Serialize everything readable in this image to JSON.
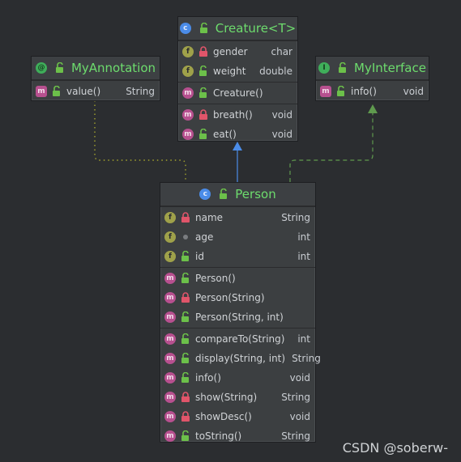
{
  "boxes": {
    "my_annotation": {
      "title": "MyAnnotation",
      "rows": [
        {
          "name": "value()",
          "type": "String"
        }
      ]
    },
    "creature": {
      "title": "Creature<T>",
      "fields": [
        {
          "name": "gender",
          "type": "char"
        },
        {
          "name": "weight",
          "type": "double"
        }
      ],
      "constructors": [
        {
          "name": "Creature()",
          "type": ""
        }
      ],
      "methods": [
        {
          "name": "breath()",
          "type": "void"
        },
        {
          "name": "eat()",
          "type": "void"
        }
      ]
    },
    "my_interface": {
      "title": "MyInterface",
      "rows": [
        {
          "name": "info()",
          "type": "void"
        }
      ]
    },
    "person": {
      "title": "Person",
      "fields": [
        {
          "name": "name",
          "type": "String"
        },
        {
          "name": "age",
          "type": "int"
        },
        {
          "name": "id",
          "type": "int"
        }
      ],
      "constructors": [
        {
          "name": "Person()",
          "type": ""
        },
        {
          "name": "Person(String)",
          "type": ""
        },
        {
          "name": "Person(String, int)",
          "type": ""
        }
      ],
      "methods": [
        {
          "name": "compareTo(String)",
          "type": "int"
        },
        {
          "name": "display(String, int)",
          "type": "String"
        },
        {
          "name": "info()",
          "type": "void"
        },
        {
          "name": "show(String)",
          "type": "String"
        },
        {
          "name": "showDesc()",
          "type": "void"
        },
        {
          "name": "toString()",
          "type": "String"
        }
      ]
    }
  },
  "watermark": "CSDN @soberw-",
  "colors": {
    "inheritance_arrow": "#4b8ce8",
    "implementation_arrow": "#5f9a4e",
    "annotation_link": "#a3a32e",
    "title_green": "#6ddc6d"
  }
}
